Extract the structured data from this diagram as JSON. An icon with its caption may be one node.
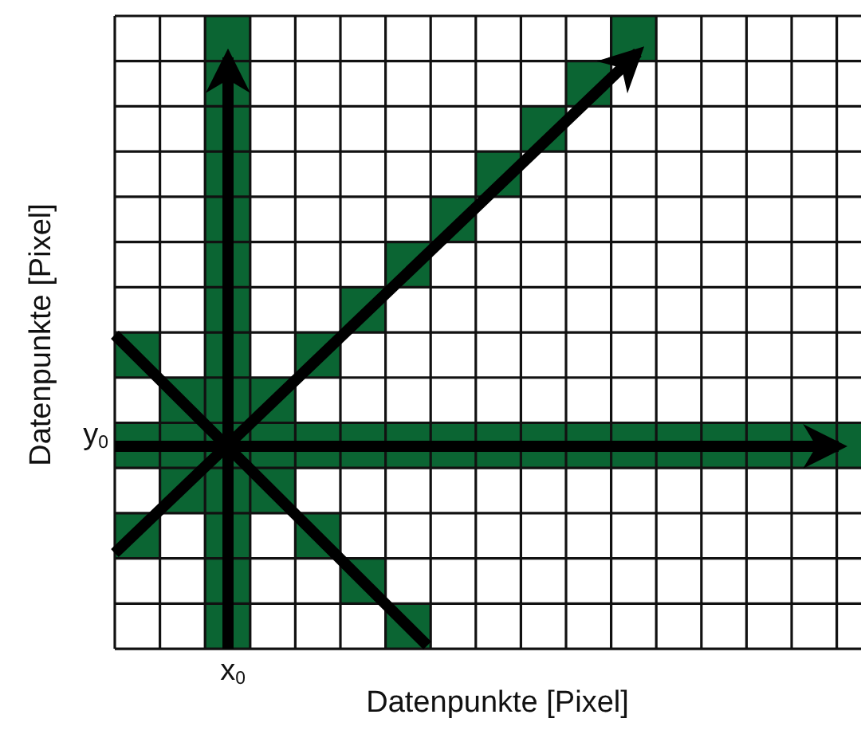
{
  "diagram": {
    "labels": [
      "Datenpunkte [Pixel]",
      "y$_{0}$",
      "x$_{0}$",
      "Datenpunkte [Pixel]"
    ]
  }
}
